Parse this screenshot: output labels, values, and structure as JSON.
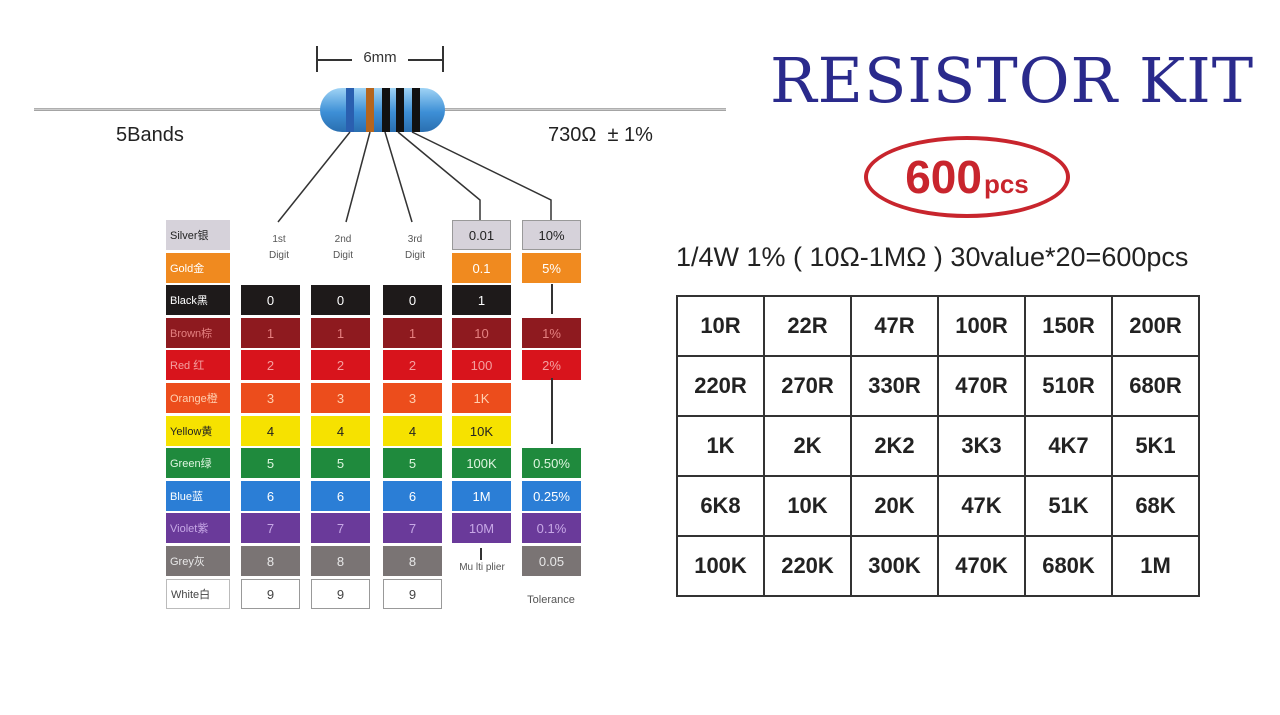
{
  "resistor": {
    "dimension_label": "6mm",
    "bands_label": "5Bands",
    "value_label": "730Ω",
    "tolerance_label": "± 1%"
  },
  "color_table": {
    "headers": {
      "digit1": [
        "1st",
        "Digit"
      ],
      "digit2": [
        "2nd",
        "Digit"
      ],
      "digit3": [
        "3rd",
        "Digit"
      ],
      "multiplier": "Mu lti plier",
      "tolerance": "Tolerance"
    },
    "rows": [
      {
        "name": "Silver银",
        "color": "#d6d2da",
        "text_color": "#222222",
        "digit": "",
        "multiplier": "0.01",
        "tolerance": "10%"
      },
      {
        "name": "Gold金",
        "color": "#f08a1f",
        "text_color": "#ffffff",
        "digit": "",
        "multiplier": "0.1",
        "tolerance": "5%"
      },
      {
        "name": "Black黑",
        "color": "#1e1a1a",
        "text_color": "#ffffff",
        "digit": "0",
        "multiplier": "1",
        "tolerance": ""
      },
      {
        "name": "Brown棕",
        "color": "#8e1a1f",
        "text_color": "#e58080",
        "digit": "1",
        "multiplier": "10",
        "tolerance": "1%"
      },
      {
        "name": "Red 红",
        "color": "#d8141c",
        "text_color": "#f4a0a0",
        "digit": "2",
        "multiplier": "100",
        "tolerance": "2%"
      },
      {
        "name": "Orange橙",
        "color": "#ec4d1c",
        "text_color": "#ffd0b0",
        "digit": "3",
        "multiplier": "1K",
        "tolerance": ""
      },
      {
        "name": "Yellow黄",
        "color": "#f6e200",
        "text_color": "#222222",
        "digit": "4",
        "multiplier": "10K",
        "tolerance": ""
      },
      {
        "name": "Green绿",
        "color": "#1f8a3d",
        "text_color": "#dff5e0",
        "digit": "5",
        "multiplier": "100K",
        "tolerance": "0.50%"
      },
      {
        "name": "Blue蓝",
        "color": "#2b7ed6",
        "text_color": "#ffffff",
        "digit": "6",
        "multiplier": "1M",
        "tolerance": "0.25%"
      },
      {
        "name": "Violet紫",
        "color": "#6a3a9a",
        "text_color": "#c7a8e6",
        "digit": "7",
        "multiplier": "10M",
        "tolerance": "0.1%"
      },
      {
        "name": "Grey灰",
        "color": "#7a7474",
        "text_color": "#e8e8e8",
        "digit": "8",
        "multiplier": "",
        "tolerance": "0.05"
      },
      {
        "name": "White白",
        "color": "#ffffff",
        "text_color": "#444444",
        "digit": "9",
        "multiplier": "",
        "tolerance": ""
      }
    ]
  },
  "title": "RESISTOR KIT",
  "badge": {
    "number": "600",
    "unit": "pcs"
  },
  "spec_line": "1/4W 1%  ( 10Ω-1MΩ ) 30value*20=600pcs",
  "values_table": [
    [
      "10R",
      "22R",
      "47R",
      "100R",
      "150R",
      "200R"
    ],
    [
      "220R",
      "270R",
      "330R",
      "470R",
      "510R",
      "680R"
    ],
    [
      "1K",
      "2K",
      "2K2",
      "3K3",
      "4K7",
      "5K1"
    ],
    [
      "6K8",
      "10K",
      "20K",
      "47K",
      "51K",
      "68K"
    ],
    [
      "100K",
      "220K",
      "300K",
      "470K",
      "680K",
      "1M"
    ]
  ]
}
